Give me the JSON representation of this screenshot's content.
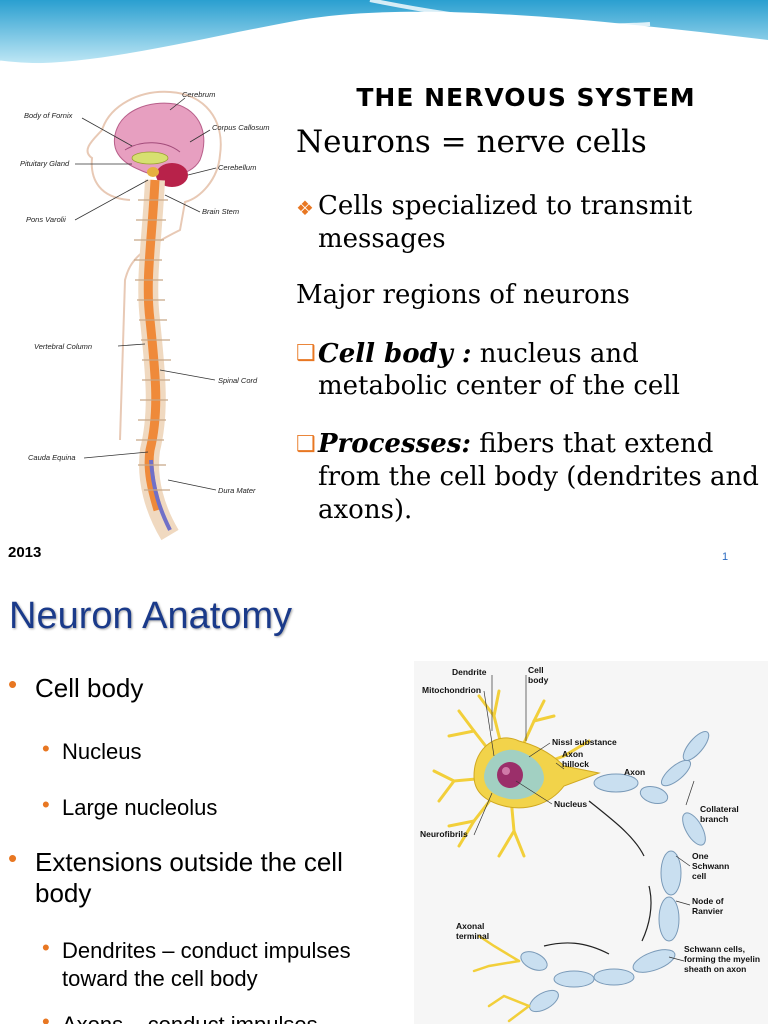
{
  "slide1": {
    "title": "THE NERVOUS SYSTEM",
    "heading": "Neurons = nerve cells",
    "bullet1": "Cells specialized to transmit messages",
    "regions": "Major regions of neurons",
    "cellbody_term": "Cell body :",
    "cellbody_desc": " nucleus and metabolic center of the cell",
    "processes_term": "Processes:",
    "processes_desc": " fibers that extend from the cell body (dendrites and axons).",
    "year": "2013",
    "page_number": "1",
    "figure_labels": {
      "cerebrum": "Cerebrum",
      "fornix": "Body of Fornix",
      "callosum": "Corpus Callosum",
      "pituitary": "Pituitary Gland",
      "cerebellum": "Cerebellum",
      "brainstem": "Brain Stem",
      "pons": "Pons Varolii",
      "vertebral": "Vertebral Column",
      "spinal": "Spinal Cord",
      "cauda": "Cauda Equina",
      "dura": "Dura Mater"
    }
  },
  "slide2": {
    "title": "Neuron Anatomy",
    "b1": "Cell body",
    "b1a": "Nucleus",
    "b1b": "Large nucleolus",
    "b2": "Extensions outside the cell body",
    "b2a": "Dendrites – conduct impulses toward the cell body",
    "b2b": "Axons – conduct impulses",
    "figure_labels": {
      "dendrite": "Dendrite",
      "cellbody1": "Cell",
      "cellbody2": "body",
      "mito": "Mitochondrion",
      "nissl": "Nissl substance",
      "hillock1": "Axon",
      "hillock2": "hillock",
      "axon": "Axon",
      "nucleus": "Nucleus",
      "collateral1": "Collateral",
      "collateral2": "branch",
      "neurofibrils": "Neurofibrils",
      "schwann1": "One",
      "schwann2": "Schwann",
      "schwann3": "cell",
      "ranvier1": "Node of",
      "ranvier2": "Ranvier",
      "terminal1": "Axonal",
      "terminal2": "terminal",
      "sheath1": "Schwann cells,",
      "sheath2": "forming the myelin",
      "sheath3": "sheath on axon"
    }
  },
  "colors": {
    "accent_bullet": "#e87722",
    "title_blue": "#1a3a8a",
    "bullet_orange": "#e06a10"
  }
}
